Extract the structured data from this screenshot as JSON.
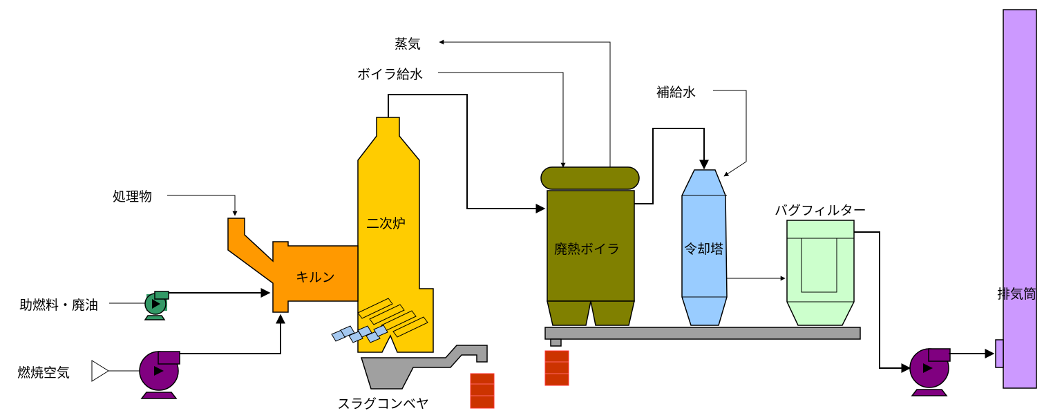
{
  "labels": {
    "steam": "蒸気",
    "boiler_feed_water": "ボイラ給水",
    "makeup_water": "補給水",
    "waste_material": "処理物",
    "aux_fuel": "助燃料・廃油",
    "combustion_air": "燃焼空気",
    "kiln": "キルン",
    "secondary_furnace": "二次炉",
    "waste_heat_boiler": "廃熱ボイラ",
    "cooling_tower": "令却塔",
    "bag_filter": "バグフィルター",
    "stack": "排気筒",
    "slag_conveyor": "スラグコンベヤ"
  },
  "colors": {
    "kiln": "#ff9900",
    "secondary_furnace": "#ffcc00",
    "boiler": "#808000",
    "cooling_tower": "#99ccff",
    "bag_filter": "#ccffcc",
    "stack": "#cc99ff",
    "fuel_pump": "#339966",
    "fan": "#800080",
    "conveyor": "#a0a0a0",
    "brick": "#cc3300",
    "screw": "#a4c8f0"
  }
}
